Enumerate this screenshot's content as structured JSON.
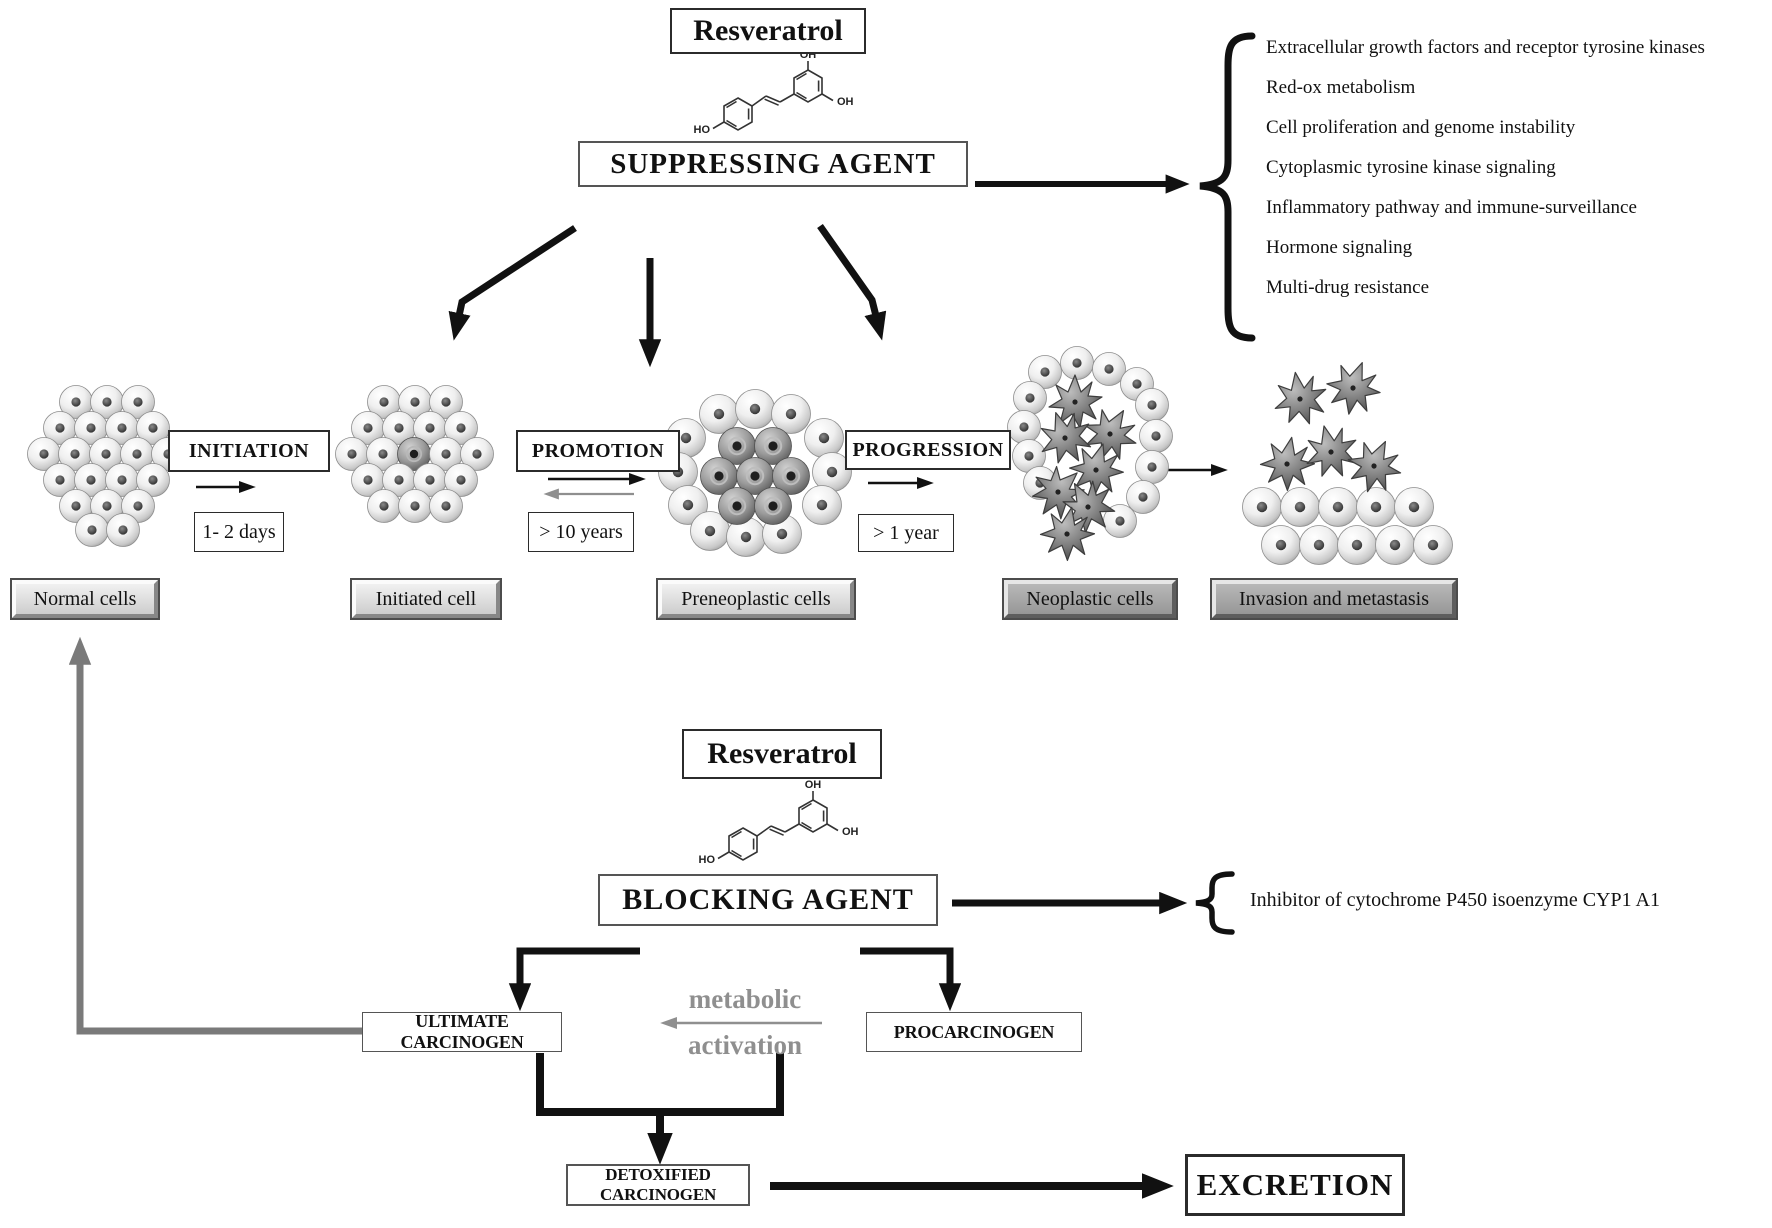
{
  "top": {
    "resveratrol": "Resveratrol",
    "agent": "SUPPRESSING AGENT",
    "mechanisms": [
      "Extracellular growth factors and receptor tyrosine kinases",
      "Red-ox metabolism",
      "Cell proliferation and genome instability",
      "Cytoplasmic tyrosine kinase signaling",
      "Inflammatory pathway and immune-surveillance",
      "Hormone signaling",
      "Multi-drug resistance"
    ]
  },
  "stages": {
    "initiation": {
      "label": "INITIATION",
      "duration": "1- 2 days"
    },
    "promotion": {
      "label": "PROMOTION",
      "duration": "> 10 years"
    },
    "progression": {
      "label": "PROGRESSION",
      "duration": "> 1 year"
    }
  },
  "cells": {
    "normal": "Normal cells",
    "initiated": "Initiated cell",
    "preneoplastic": "Preneoplastic cells",
    "neoplastic": "Neoplastic cells",
    "invasion": "Invasion and metastasis"
  },
  "bottom": {
    "resveratrol": "Resveratrol",
    "agent": "BLOCKING AGENT",
    "mechanism": "Inhibitor of cytochrome P450 isoenzyme CYP1 A1",
    "ultimate": "ULTIMATE CARCINOGEN",
    "procarcinogen": "PROCARCINOGEN",
    "metabolic": [
      "metabolic",
      "activation"
    ],
    "detoxified": "DETOXIFIED CARCINOGEN",
    "excretion": "EXCRETION"
  },
  "molecule": {
    "oh": "OH",
    "ho": "HO"
  },
  "colors": {
    "ink": "#111111",
    "gray": "#7a7a7a",
    "label_light": "#d6d6d6",
    "label_dark": "#a2a2a2"
  }
}
